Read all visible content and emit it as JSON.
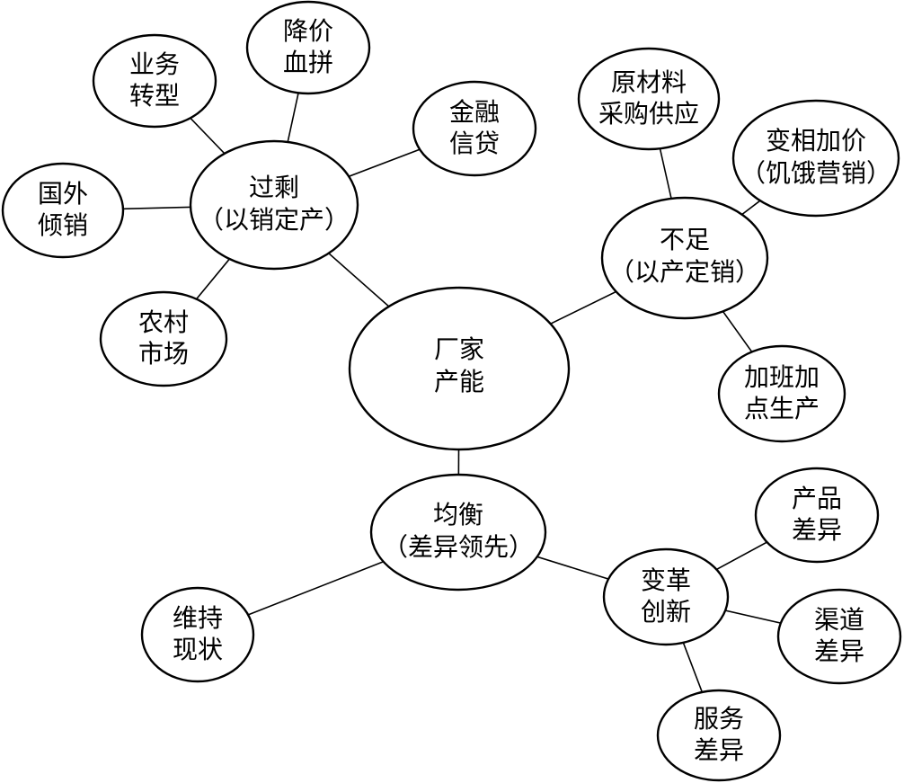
{
  "nodes": {
    "center": {
      "line1": "厂家",
      "line2": "产能"
    },
    "surplus": {
      "line1": "过剩",
      "line2": "（以销定产）"
    },
    "shortage": {
      "line1": "不足",
      "line2": "（以产定销）"
    },
    "balance": {
      "line1": "均衡",
      "line2": "（差异领先）"
    },
    "price_war": {
      "line1": "降价",
      "line2": "血拼"
    },
    "transform": {
      "line1": "业务",
      "line2": "转型"
    },
    "finance": {
      "line1": "金融",
      "line2": "信贷"
    },
    "dumping": {
      "line1": "国外",
      "line2": "倾销"
    },
    "rural": {
      "line1": "农村",
      "line2": "市场"
    },
    "material": {
      "line1": "原材料",
      "line2": "采购供应"
    },
    "hunger": {
      "line1": "变相加价",
      "line2": "（饥饿营销）"
    },
    "overtime": {
      "line1": "加班加",
      "line2": "点生产"
    },
    "maintain": {
      "line1": "维持",
      "line2": "现状"
    },
    "innovate": {
      "line1": "变革",
      "line2": "创新"
    },
    "product": {
      "line1": "产品",
      "line2": "差异"
    },
    "channel": {
      "line1": "渠道",
      "line2": "差异"
    },
    "service": {
      "line1": "服务",
      "line2": "差异"
    }
  }
}
